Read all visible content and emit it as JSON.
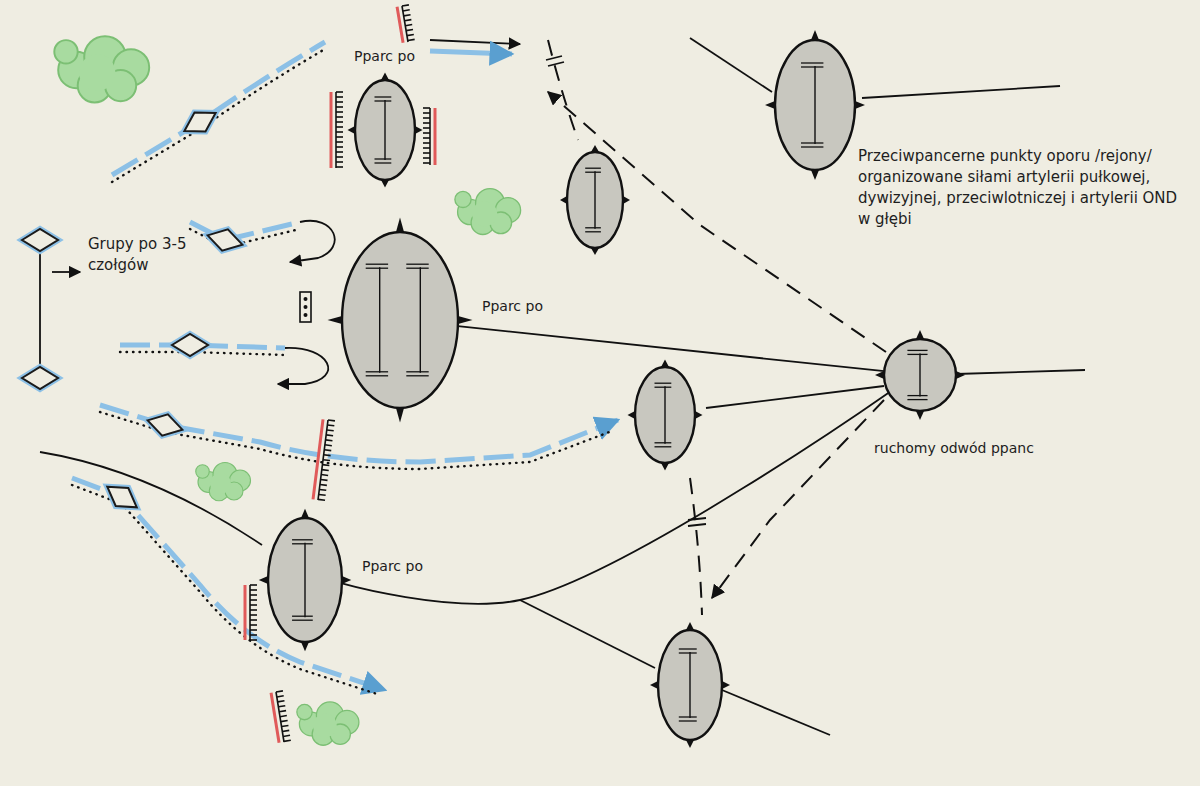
{
  "diagram": {
    "nodes": [
      {
        "text": [
          "Pparc po"
        ]
      },
      {
        "text": [
          "Pparc po"
        ]
      },
      {
        "text": [
          "Pparc po"
        ]
      },
      {
        "text": [
          "ruchomy odwód ppanc"
        ]
      }
    ],
    "edges": [
      {
        "from": 1,
        "to": 3,
        "arrow": "none"
      },
      {
        "from": 2,
        "to": 3,
        "arrow": "none"
      }
    ],
    "labels": [
      "Grupy po 3-5 czołgów",
      "Przeciwpancerne punkty oporu /rejony/ organizowane siłami artylerii pułkowej, dywizyjnej, przeciwlotniczej i artylerii OND w głębi"
    ]
  }
}
